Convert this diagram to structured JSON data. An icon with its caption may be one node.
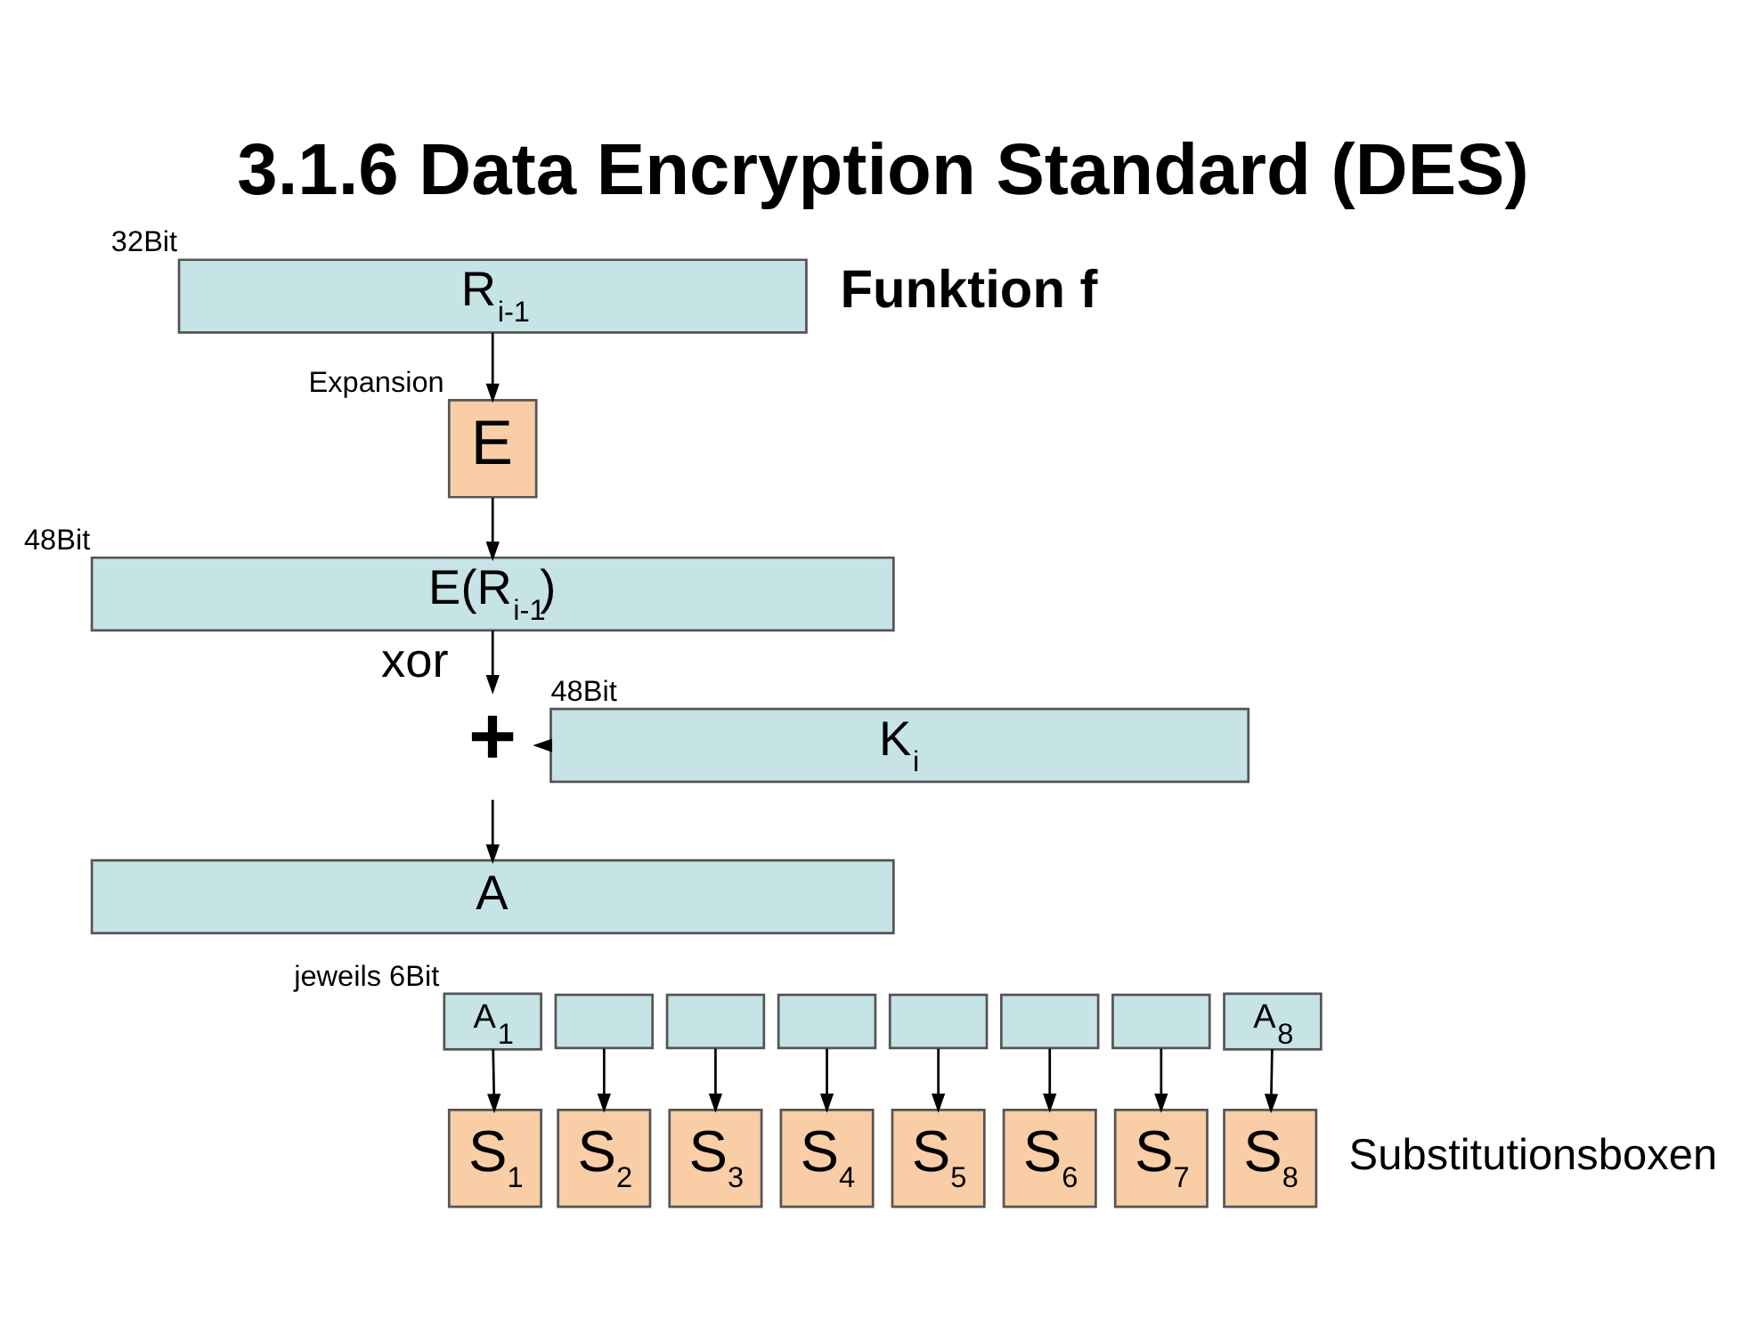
{
  "diagram": {
    "title": "3.1.6 Data Encryption Standard (DES)",
    "nodes": [
      {
        "text": [
          "R$_{i-1}$"
        ],
        "beside": [
          "32Bit"
        ]
      },
      {
        "text": [
          "E"
        ],
        "beside": [
          "Expansion"
        ]
      },
      {
        "text": [
          "E(R$_{i-1}$)"
        ],
        "beside": [
          "48Bit"
        ]
      },
      {
        "text": [
          "+"
        ],
        "beside": [
          "xor"
        ]
      },
      {
        "text": [
          "K$_{i}$"
        ],
        "beside": [
          "48Bit"
        ]
      },
      {
        "text": [
          "A"
        ]
      },
      {
        "text": [
          "A$_{1}$"
        ],
        "beside": [
          "jeweils 6Bit"
        ]
      },
      {
        "text": [],
        "shape": "box"
      },
      {
        "text": [],
        "shape": "box"
      },
      {
        "text": [],
        "shape": "box"
      },
      {
        "text": [],
        "shape": "box"
      },
      {
        "text": [],
        "shape": "box"
      },
      {
        "text": [],
        "shape": "box"
      },
      {
        "text": [
          "A$_{8}$"
        ]
      },
      {
        "text": [
          "S$_{1}$"
        ]
      },
      {
        "text": [
          "S$_{2}$"
        ]
      },
      {
        "text": [
          "S$_{3}$"
        ]
      },
      {
        "text": [
          "S$_{4}$"
        ]
      },
      {
        "text": [
          "S$_{5}$"
        ]
      },
      {
        "text": [
          "S$_{6}$"
        ]
      },
      {
        "text": [
          "S$_{7}$"
        ]
      },
      {
        "text": [
          "S$_{8}$"
        ]
      }
    ],
    "edges": [
      {
        "from": 0,
        "to": 1,
        "arrow": "to"
      },
      {
        "from": 1,
        "to": 2,
        "arrow": "to"
      },
      {
        "from": 2,
        "to": 3,
        "arrow": "to"
      },
      {
        "from": 4,
        "to": 3,
        "arrow": "to"
      },
      {
        "from": 3,
        "to": 5,
        "arrow": "to"
      },
      {
        "from": 6,
        "to": 14,
        "arrow": "to"
      },
      {
        "from": 7,
        "to": 15,
        "arrow": "to"
      },
      {
        "from": 8,
        "to": 16,
        "arrow": "to"
      },
      {
        "from": 9,
        "to": 17,
        "arrow": "to"
      },
      {
        "from": 10,
        "to": 18,
        "arrow": "to"
      },
      {
        "from": 11,
        "to": 19,
        "arrow": "to"
      },
      {
        "from": 12,
        "to": 20,
        "arrow": "to"
      },
      {
        "from": 13,
        "to": 21,
        "arrow": "to"
      }
    ],
    "labels": [
      "Funktion f",
      "Substitutionsboxen"
    ]
  }
}
